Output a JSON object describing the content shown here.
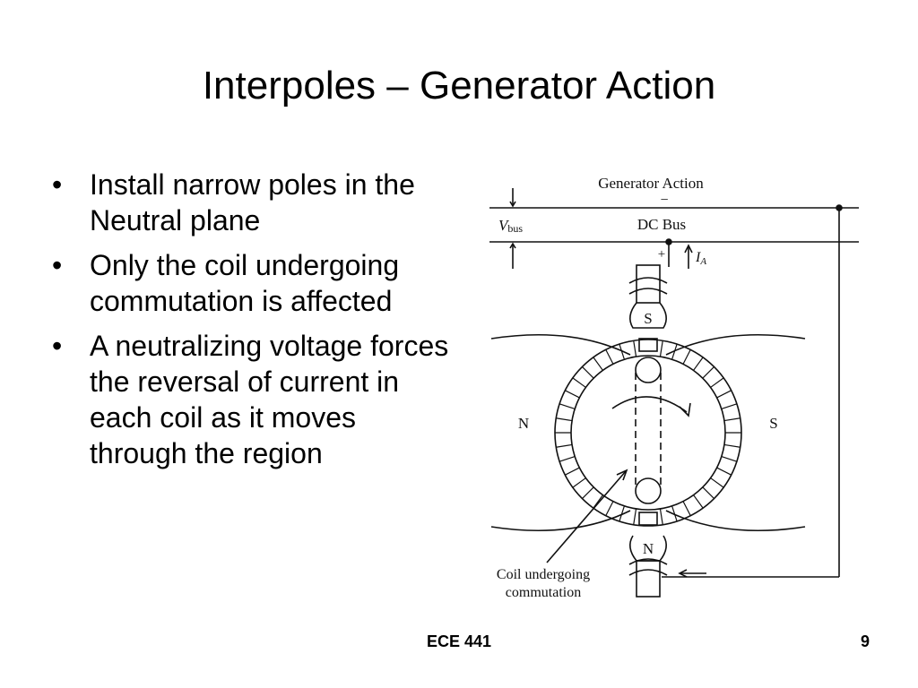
{
  "slide": {
    "title": "Interpoles – Generator Action",
    "bullets": [
      "Install narrow poles in the Neutral plane",
      "Only the coil undergoing commutation is affected",
      "A neutralizing voltage forces the reversal of current in each coil as it moves through the region"
    ],
    "footer_course": "ECE 441",
    "page_number": "9"
  },
  "figure": {
    "heading": "Generator Action",
    "minus_sign": "−",
    "bus_label": "DC Bus",
    "vbus_main": "V",
    "vbus_sub": "bus",
    "plus_sign": "+",
    "ia_main": "I",
    "ia_sub": "A",
    "pole_top": "S",
    "pole_bottom": "N",
    "field_left": "N",
    "field_right": "S",
    "caption_line1": "Coil undergoing",
    "caption_line2": "commutation"
  },
  "colors": {
    "ink": "#111111",
    "background": "#ffffff"
  }
}
